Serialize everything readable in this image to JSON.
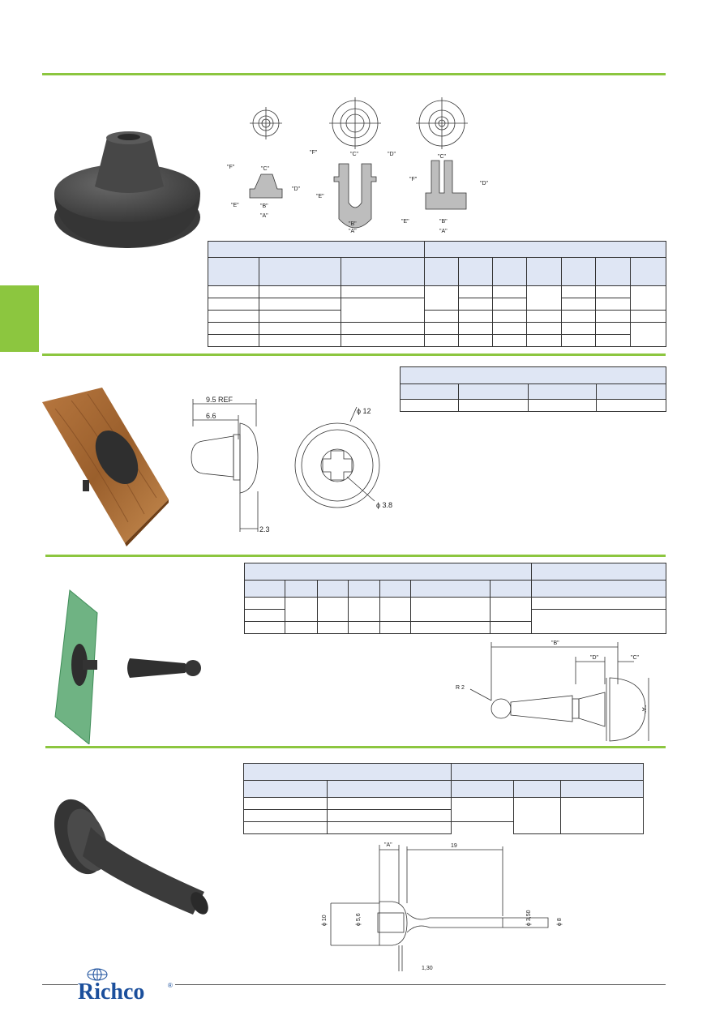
{
  "brand": {
    "name": "Richco",
    "registered": "®",
    "color": "#1b4f9c",
    "accent": "#8cc63f"
  },
  "section1": {
    "labels": {
      "F": "\"F\"",
      "C": "\"C\"",
      "D": "\"D\"",
      "E": "\"E\"",
      "B": "\"B\"",
      "A": "\"A\""
    }
  },
  "section2": {
    "dims": {
      "ref": "9.5 REF",
      "d1": "6.6",
      "d2": "2.3",
      "dia12": "ϕ 12",
      "dia38": "ϕ 3.8"
    }
  },
  "section3": {
    "dims": {
      "B": "\"B\"",
      "D": "\"D\"",
      "C": "\"C\"",
      "A": "\"A\"",
      "R": "R 2"
    }
  },
  "section4": {
    "dims": {
      "A": "\"A\"",
      "len": "19",
      "d10": "ϕ 10",
      "d56": "ϕ 5,6",
      "d35": "ϕ 3,50",
      "d8": "ϕ 8",
      "t": "1,30"
    }
  }
}
